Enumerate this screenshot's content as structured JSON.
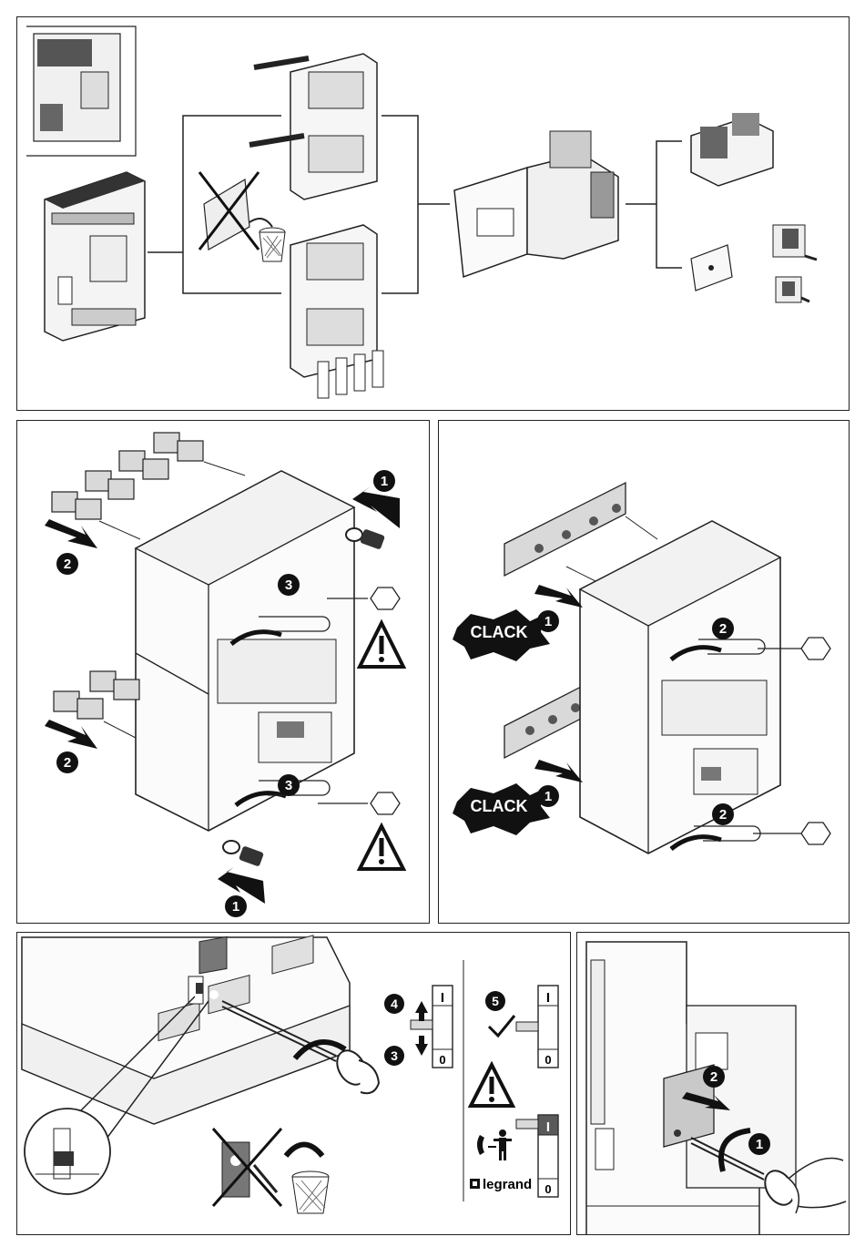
{
  "steps": {
    "one": "1",
    "two": "2",
    "three": "3",
    "four": "4",
    "five": "5"
  },
  "callouts": {
    "clack": "CLACK"
  },
  "switch_positions": {
    "on": "I",
    "off": "0"
  },
  "brand": {
    "name": "legrand"
  },
  "icons": {
    "warning": "warning-triangle-icon",
    "bin": "waste-bin-icon",
    "check": "check-icon",
    "operator": "operator-phone-icon",
    "arrow": "arrow-icon"
  },
  "colors": {
    "line": "#1a1a1a",
    "fill_grey": "#d9d9d9",
    "fill_dark": "#5a5a5a",
    "badge": "#111111"
  }
}
